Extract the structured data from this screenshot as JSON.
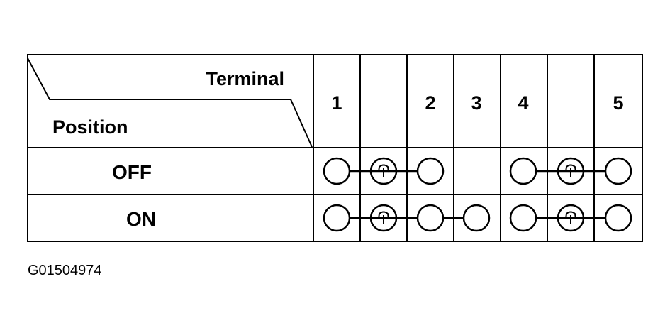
{
  "table": {
    "header_terminal": "Terminal",
    "header_position": "Position",
    "terminals": [
      "1",
      "",
      "2",
      "3",
      "4",
      "",
      "5"
    ],
    "rows": [
      {
        "label": "OFF",
        "cells": [
          "circle",
          "bulb",
          "circle",
          "",
          "circle",
          "bulb",
          "circle"
        ],
        "links": [
          [
            0,
            1
          ],
          [
            1,
            2
          ],
          [
            4,
            5
          ],
          [
            5,
            6
          ]
        ]
      },
      {
        "label": "ON",
        "cells": [
          "circle",
          "bulb",
          "circle",
          "circle",
          "circle",
          "bulb",
          "circle"
        ],
        "links": [
          [
            0,
            1
          ],
          [
            1,
            2
          ],
          [
            2,
            3
          ],
          [
            4,
            5
          ],
          [
            5,
            6
          ]
        ]
      }
    ]
  },
  "figure_id": "G01504974"
}
